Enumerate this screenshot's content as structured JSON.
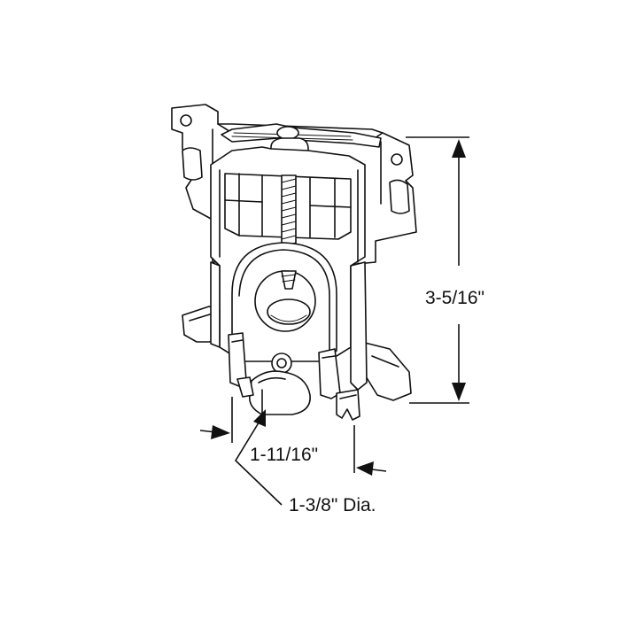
{
  "diagram": {
    "dimensions": {
      "height": "3-5/16\"",
      "width": "1-11/16\"",
      "wheel_diameter": "1-3/8\" Dia."
    },
    "colors": {
      "line": "#111111",
      "background": "#ffffff"
    }
  }
}
